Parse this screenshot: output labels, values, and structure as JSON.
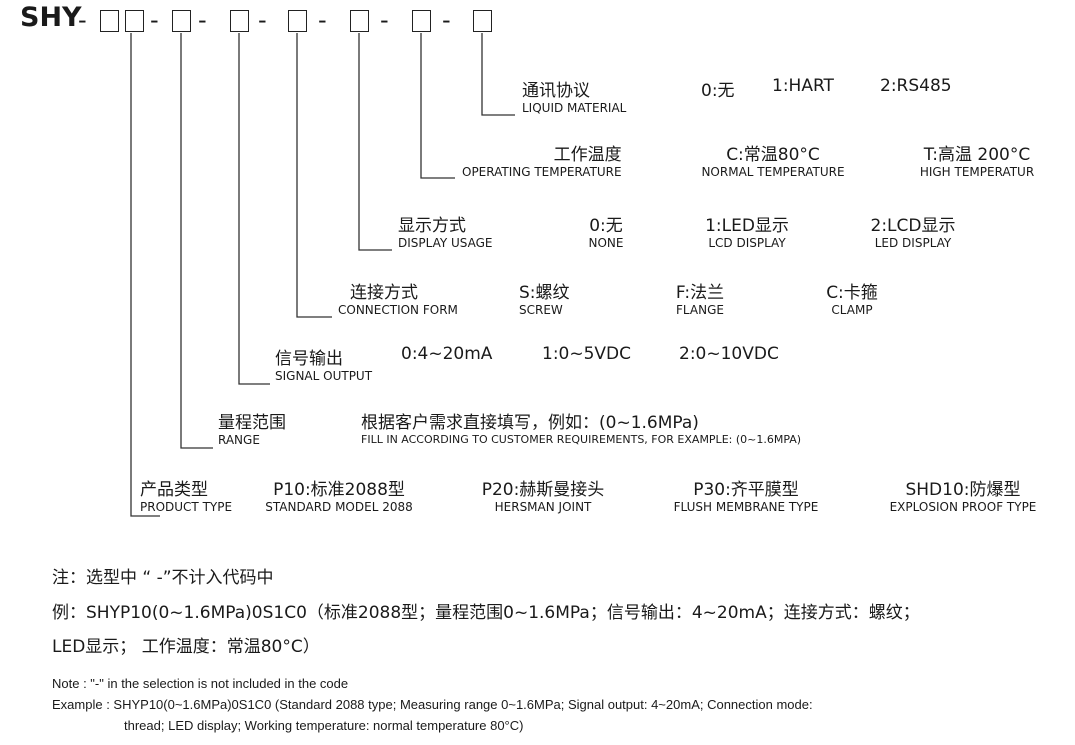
{
  "code": {
    "prefix": "SHY",
    "separator": "-"
  },
  "segments": [
    {
      "id": "protocol",
      "title_cn": "通讯协议",
      "title_en": "LIQUID MATERIAL",
      "options": [
        {
          "cn": "0:无",
          "en": ""
        },
        {
          "cn": "1:HART",
          "en": ""
        },
        {
          "cn": "2:RS485",
          "en": ""
        }
      ]
    },
    {
      "id": "temperature",
      "title_cn": "工作温度",
      "title_en": "OPERATING TEMPERATURE",
      "options": [
        {
          "cn": "C:常温80°C",
          "en": "NORMAL TEMPERATURE"
        },
        {
          "cn": "T:高温 200°C",
          "en": "HIGH TEMPERATUR"
        }
      ]
    },
    {
      "id": "display",
      "title_cn": "显示方式",
      "title_en": "DISPLAY USAGE",
      "options": [
        {
          "cn": "0:无",
          "en": "NONE"
        },
        {
          "cn": "1:LED显示",
          "en": "LCD DISPLAY"
        },
        {
          "cn": "2:LCD显示",
          "en": "LED DISPLAY"
        }
      ]
    },
    {
      "id": "connection",
      "title_cn": "连接方式",
      "title_en": "CONNECTION FORM",
      "options": [
        {
          "cn": "S:螺纹",
          "en": "SCREW"
        },
        {
          "cn": "F:法兰",
          "en": "FLANGE"
        },
        {
          "cn": "C:卡箍",
          "en": "CLAMP"
        }
      ]
    },
    {
      "id": "signal",
      "title_cn": "信号输出",
      "title_en": "SIGNAL OUTPUT",
      "options": [
        {
          "cn": "0:4~20mA",
          "en": ""
        },
        {
          "cn": "1:0~5VDC",
          "en": ""
        },
        {
          "cn": "2:0~10VDC",
          "en": ""
        }
      ]
    },
    {
      "id": "range",
      "title_cn": "量程范围",
      "title_en": "RANGE",
      "options": [
        {
          "cn": "根据客户需求直接填写，例如：(0~1.6MPa)",
          "en": "FILL IN ACCORDING TO CUSTOMER REQUIREMENTS, FOR EXAMPLE: (0~1.6MPA)"
        }
      ]
    },
    {
      "id": "product",
      "title_cn": "产品类型",
      "title_en": "PRODUCT TYPE",
      "options": [
        {
          "cn": "P10:标准2088型",
          "en": "STANDARD MODEL 2088"
        },
        {
          "cn": "P20:赫斯曼接头",
          "en": "HERSMAN JOINT"
        },
        {
          "cn": "P30:齐平膜型",
          "en": "FLUSH MEMBRANE TYPE"
        },
        {
          "cn": "SHD10:防爆型",
          "en": "EXPLOSION PROOF TYPE"
        }
      ]
    }
  ],
  "notes": {
    "cn_note": "注：选型中 “ -”不计入代码中",
    "cn_example_1": "例：SHYP10(0~1.6MPa)0S1C0（标准2088型；量程范围0~1.6MPa；信号输出：4~20mA；连接方式：螺纹；",
    "cn_example_2": "LED显示； 工作温度：常温80°C）",
    "en_note": "Note : \"-\" in the selection is not included in the code",
    "en_example_1": "Example : SHYP10(0~1.6MPa)0S1C0 (Standard 2088 type; Measuring range 0~1.6MPa; Signal output: 4~20mA; Connection mode:",
    "en_example_2": "thread; LED display; Working temperature: normal temperature 80°C)"
  }
}
